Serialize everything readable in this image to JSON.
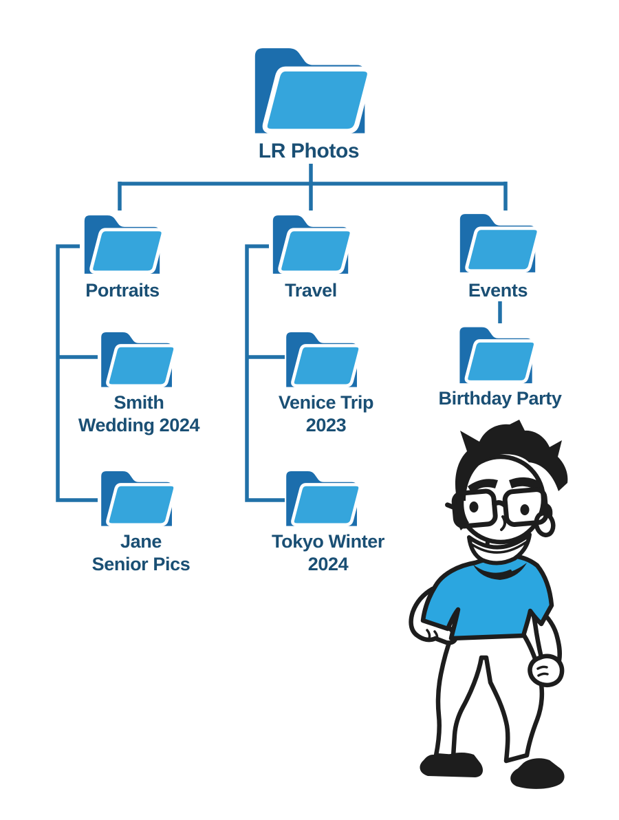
{
  "diagram": {
    "root": {
      "label": "LR Photos"
    },
    "branches": [
      {
        "label": "Portraits",
        "children": [
          {
            "lines": [
              "Smith",
              "Wedding 2024"
            ]
          },
          {
            "lines": [
              "Jane",
              "Senior Pics"
            ]
          }
        ]
      },
      {
        "label": "Travel",
        "children": [
          {
            "lines": [
              "Venice Trip",
              "2023"
            ]
          },
          {
            "lines": [
              "Tokyo Winter",
              "2024"
            ]
          }
        ]
      },
      {
        "label": "Events",
        "children": [
          {
            "lines": [
              "Birthday Party"
            ]
          }
        ]
      }
    ],
    "colors": {
      "folder_front": "#35A5DC",
      "folder_back": "#1C6EAD",
      "connector": "#2171A8",
      "label_text": "#1A4F74",
      "shirt": "#2BA6E0"
    },
    "character": {
      "name": "smiling man with spiky hair, glasses and blue t-shirt, hand on hip"
    }
  }
}
